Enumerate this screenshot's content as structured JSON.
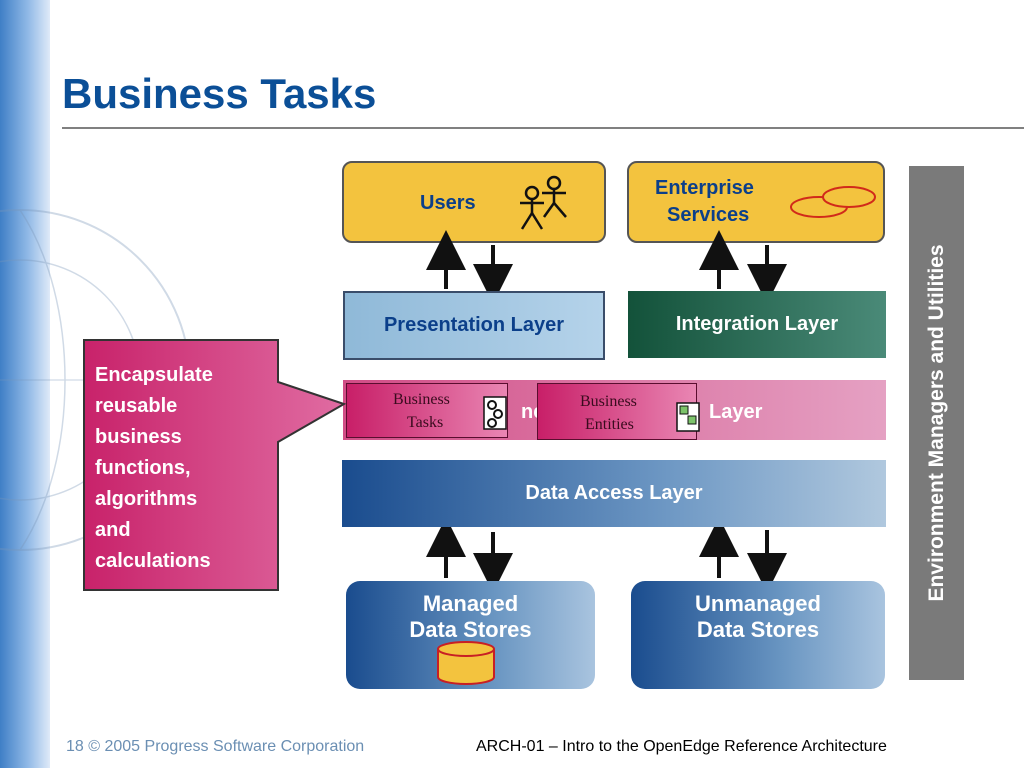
{
  "slide": {
    "title": "Business Tasks"
  },
  "diagram": {
    "users_label": "Users",
    "enterprise_label_1": "Enterprise",
    "enterprise_label_2": "Services",
    "presentation_layer": "Presentation Layer",
    "integration_layer": "Integration Layer",
    "business_layer_visible_left": "ne",
    "business_layer_visible_right": "Layer",
    "business_tasks_chip_1": "Business",
    "business_tasks_chip_2": "Tasks",
    "business_entities_chip_1": "Business",
    "business_entities_chip_2": "Entities",
    "data_access_layer": "Data Access Layer",
    "managed_1": "Managed",
    "managed_2": "Data Stores",
    "unmanaged_1": "Unmanaged",
    "unmanaged_2": "Data Stores",
    "environment_bar": "Environment Managers and Utilities"
  },
  "callout": {
    "lines": [
      "Encapsulate",
      "reusable",
      "business",
      "functions,",
      "algorithms",
      "and",
      "calculations"
    ]
  },
  "footer": {
    "page_number": "18",
    "copyright": "© 2005 Progress Software Corporation",
    "session": "ARCH-01 – Intro to the OpenEdge Reference Architecture"
  },
  "colors": {
    "title": "#0b4f97",
    "yellow_box": "#f3c33e",
    "integration": "#13523a",
    "business_layer": "#d14d86",
    "callout": "#c8226a",
    "environment_bar": "#7a7a7a"
  },
  "icons": [
    "stick-figures-icon",
    "ellipses-icon",
    "gear-document-icon",
    "entity-document-icon",
    "database-cylinder-icon"
  ]
}
